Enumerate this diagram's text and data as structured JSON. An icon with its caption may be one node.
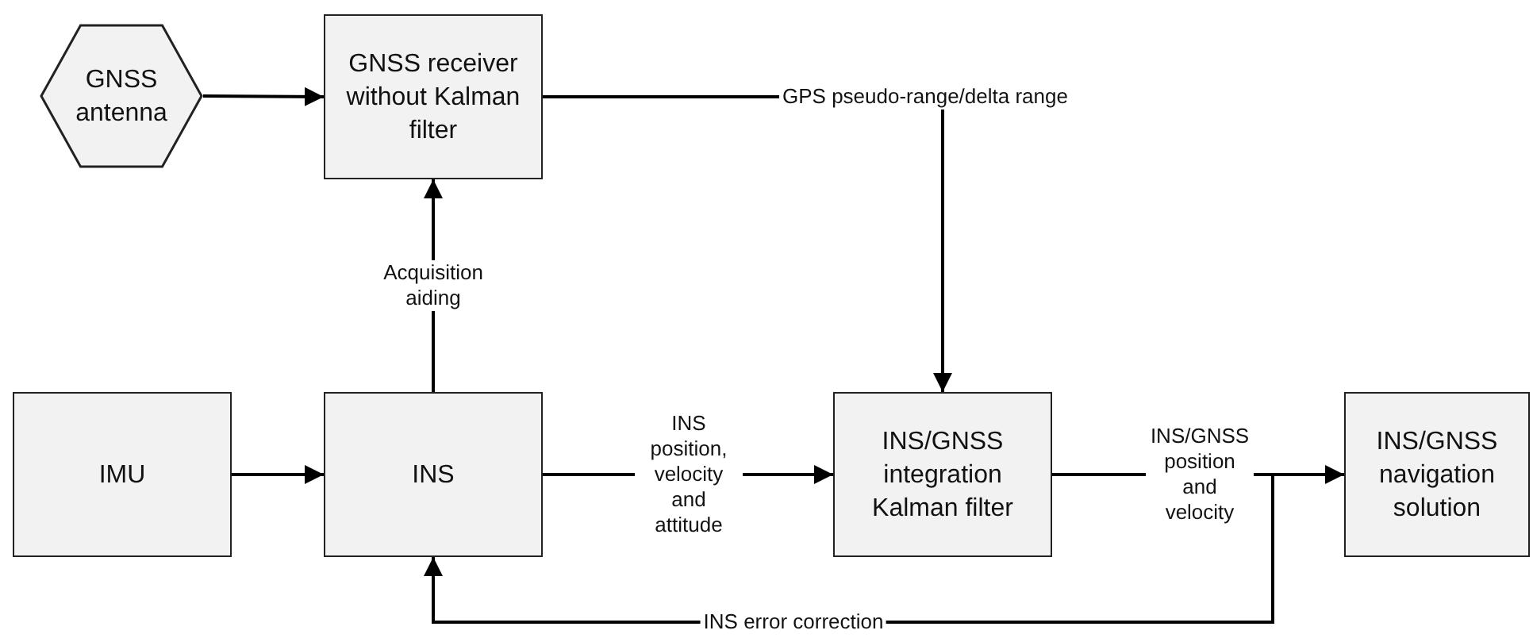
{
  "diagram": {
    "nodes": [
      {
        "text": [
          "GNSS antenna"
        ]
      },
      {
        "text": [
          "GNSS receiver without Kalman filter"
        ]
      },
      {
        "text": [
          "IMU"
        ]
      },
      {
        "text": [
          "INS"
        ]
      },
      {
        "text": [
          "INS/GNSS integration Kalman filter"
        ]
      },
      {
        "text": [
          "INS/GNSS navigation solution"
        ]
      }
    ],
    "edges": [
      {
        "from": 0,
        "to": 1,
        "arrow": "to"
      },
      {
        "from": 3,
        "to": 1,
        "arrow": "to",
        "label": "Acquisition aiding"
      },
      {
        "from": 1,
        "to": 4,
        "arrow": "to",
        "label": "GPS pseudo-range/delta range"
      },
      {
        "from": 2,
        "to": 3,
        "arrow": "to"
      },
      {
        "from": 3,
        "to": 4,
        "arrow": "to",
        "label": "INS position, velocity and attitude"
      },
      {
        "from": 4,
        "to": 5,
        "arrow": "to",
        "label": "INS/GNSS position and velocity"
      },
      {
        "from": 4,
        "to": 3,
        "arrow": "to",
        "label": "INS error correction"
      }
    ]
  }
}
